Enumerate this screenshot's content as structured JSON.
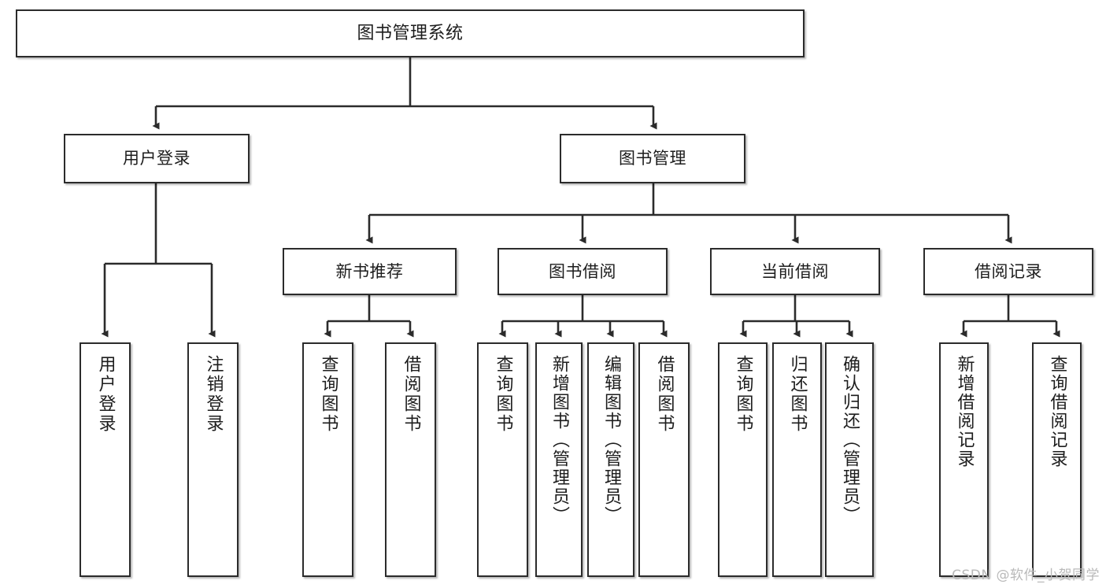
{
  "diagram": {
    "type": "tree-hierarchy-diagram",
    "title": "图书管理系统",
    "watermark": "CSDN @软件_小贺同学",
    "colors": {
      "border": "#2b2b2b",
      "text": "#1d1d1d",
      "background": "#ffffff",
      "connector": "#2b2b2b",
      "watermark": "#b9b9b9"
    },
    "nodes": {
      "root": {
        "label": "图书管理系统"
      },
      "level2": [
        {
          "label": "用户登录"
        },
        {
          "label": "图书管理"
        }
      ],
      "level3": [
        {
          "label": "新书推荐"
        },
        {
          "label": "图书借阅"
        },
        {
          "label": "当前借阅"
        },
        {
          "label": "借阅记录"
        }
      ],
      "leaves": {
        "user_login": [
          {
            "label": "用户登录"
          },
          {
            "label": "注销登录"
          }
        ],
        "new_book": [
          {
            "label": "查询图书"
          },
          {
            "label": "借阅图书"
          }
        ],
        "book_borrow": [
          {
            "label": "查询图书"
          },
          {
            "label": "新增图书（管理员）"
          },
          {
            "label": "编辑图书（管理员）"
          },
          {
            "label": "借阅图书"
          }
        ],
        "current_borrow": [
          {
            "label": "查询图书"
          },
          {
            "label": "归还图书"
          },
          {
            "label": "确认归还（管理员）"
          }
        ],
        "borrow_record": [
          {
            "label": "新增借阅记录"
          },
          {
            "label": "查询借阅记录"
          }
        ]
      }
    }
  }
}
